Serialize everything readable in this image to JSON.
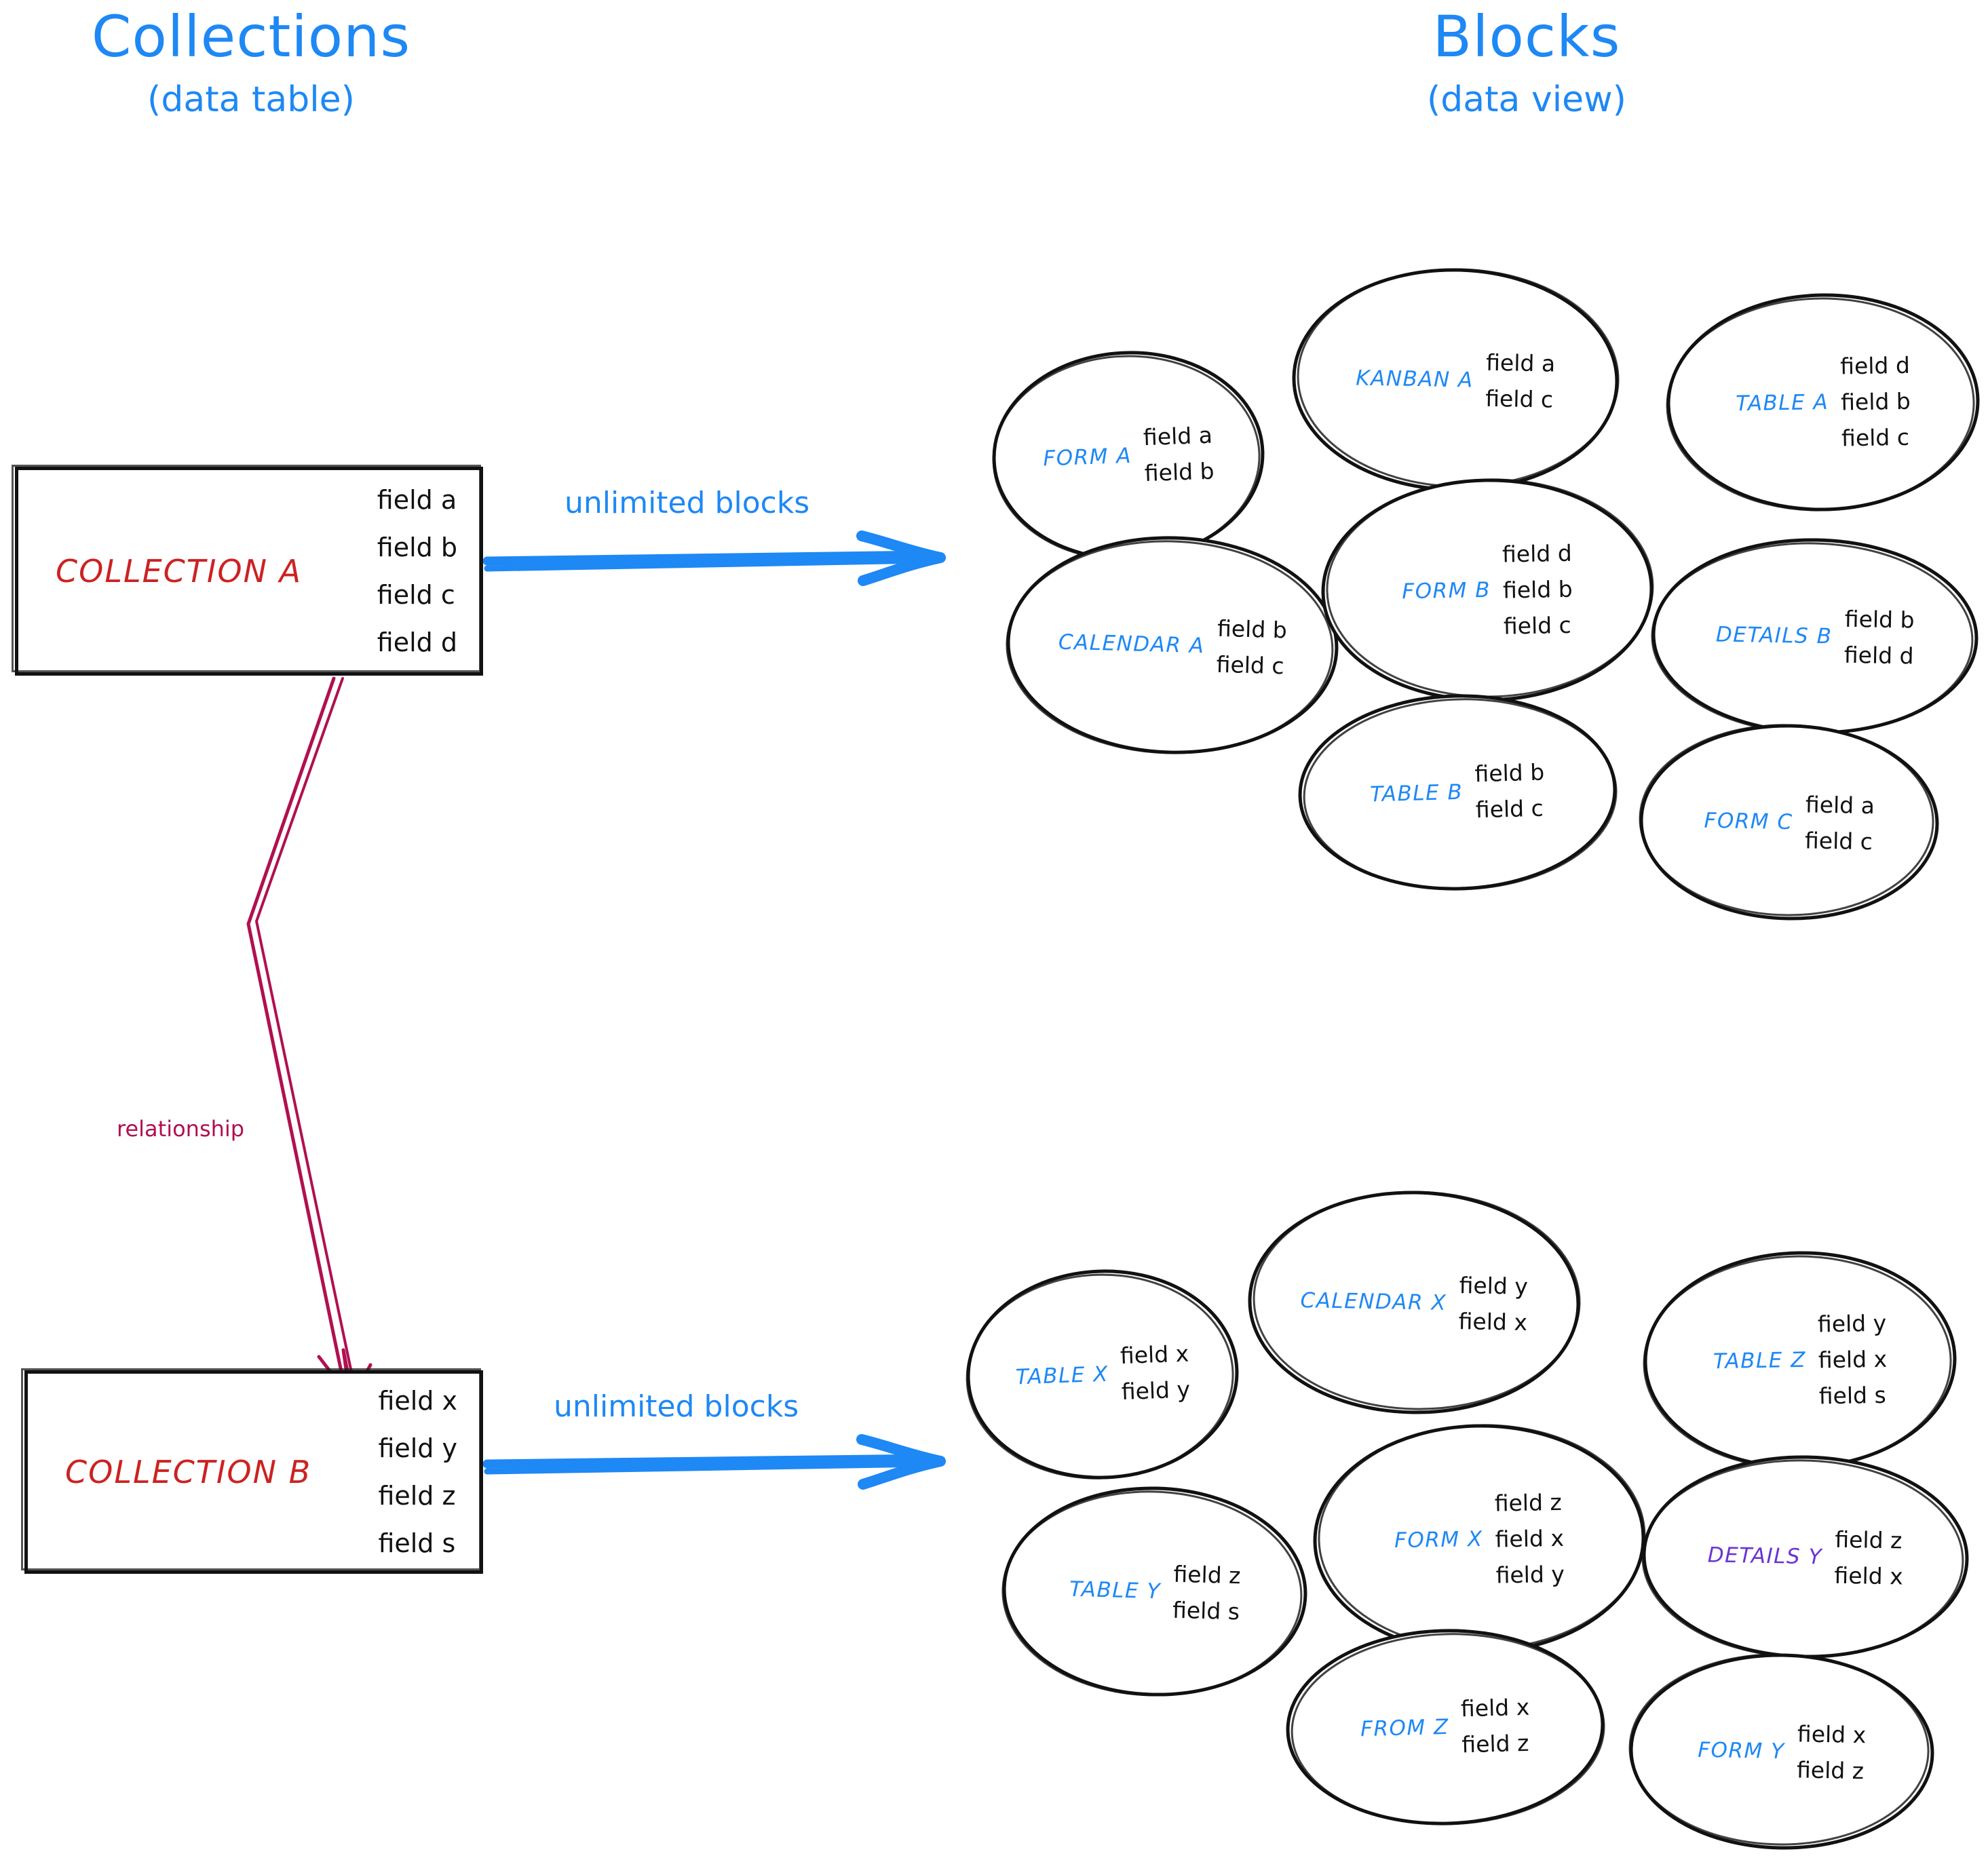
{
  "headings": {
    "left": {
      "main": "Collections",
      "sub": "(data table)"
    },
    "right": {
      "main": "Blocks",
      "sub": "(data view)"
    }
  },
  "colors": {
    "accent_blue": "#1E88F5",
    "collection_red": "#CC2222",
    "relationship_crimson": "#B01050",
    "details_purple": "#6A34D4",
    "ink_black": "#111111"
  },
  "collections": [
    {
      "id": "collection-a",
      "title": "COLLECTION A",
      "fields": [
        "field a",
        "field b",
        "field c",
        "field d"
      ]
    },
    {
      "id": "collection-b",
      "title": "COLLECTION B",
      "fields": [
        "field x",
        "field y",
        "field z",
        "field s"
      ]
    }
  ],
  "arrows": {
    "top_label": "unlimited blocks",
    "bottom_label": "unlimited blocks",
    "relationship_label": "relationship"
  },
  "block_groups": [
    {
      "id": "group-a",
      "source": "COLLECTION A",
      "blocks": [
        {
          "name": "FORM A",
          "fields": [
            "field a",
            "field b"
          ],
          "color": "blue"
        },
        {
          "name": "KANBAN A",
          "fields": [
            "field a",
            "field c"
          ],
          "color": "blue"
        },
        {
          "name": "TABLE A",
          "fields": [
            "field d",
            "field b",
            "field c"
          ],
          "color": "blue"
        },
        {
          "name": "CALENDAR A",
          "fields": [
            "field b",
            "field c"
          ],
          "color": "blue"
        },
        {
          "name": "FORM B",
          "fields": [
            "field d",
            "field b",
            "field c"
          ],
          "color": "blue"
        },
        {
          "name": "DETAILS B",
          "fields": [
            "field b",
            "field d"
          ],
          "color": "blue"
        },
        {
          "name": "TABLE B",
          "fields": [
            "field b",
            "field c"
          ],
          "color": "blue"
        },
        {
          "name": "FORM C",
          "fields": [
            "field a",
            "field c"
          ],
          "color": "blue"
        }
      ]
    },
    {
      "id": "group-b",
      "source": "COLLECTION B",
      "blocks": [
        {
          "name": "TABLE X",
          "fields": [
            "field x",
            "field y"
          ],
          "color": "blue"
        },
        {
          "name": "CALENDAR X",
          "fields": [
            "field y",
            "field x"
          ],
          "color": "blue"
        },
        {
          "name": "TABLE Z",
          "fields": [
            "field y",
            "field x",
            "field s"
          ],
          "color": "blue"
        },
        {
          "name": "TABLE Y",
          "fields": [
            "field z",
            "field s"
          ],
          "color": "blue"
        },
        {
          "name": "FORM X",
          "fields": [
            "field z",
            "field x",
            "field y"
          ],
          "color": "blue"
        },
        {
          "name": "DETAILS Y",
          "fields": [
            "field z",
            "field x"
          ],
          "color": "purple"
        },
        {
          "name": "FROM Z",
          "fields": [
            "field x",
            "field z"
          ],
          "color": "blue"
        },
        {
          "name": "FORM Y",
          "fields": [
            "field x",
            "field z"
          ],
          "color": "blue"
        }
      ]
    }
  ]
}
